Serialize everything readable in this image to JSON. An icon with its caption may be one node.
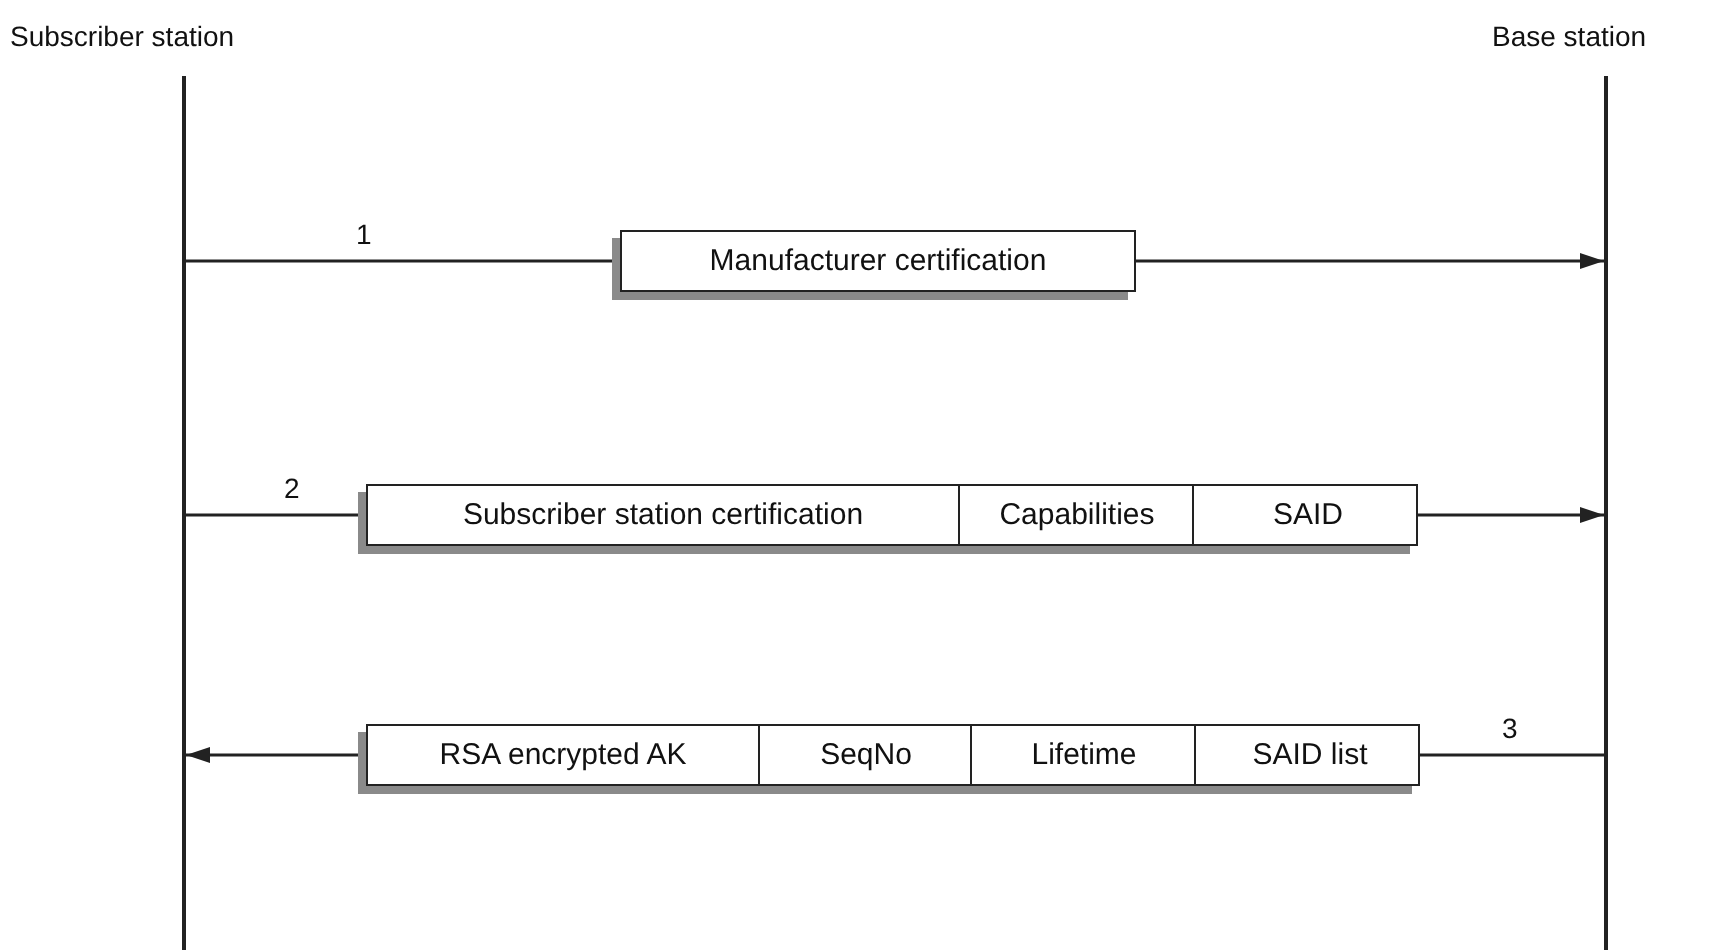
{
  "diagram": {
    "nodes": [
      {
        "text": [],
        "shape": "bar",
        "beside": [
          "Subscriber station"
        ]
      },
      {
        "text": [],
        "shape": "bar",
        "beside": [
          "Base station"
        ]
      },
      {
        "text": [
          "Manufacturer certification"
        ]
      },
      {
        "text": [],
        "shape": "box"
      },
      {
        "text": [
          "Subscriber station certification"
        ],
        "in": 3
      },
      {
        "text": [
          "Capabilities"
        ],
        "in": 3
      },
      {
        "text": [
          "SAID"
        ],
        "in": 3
      },
      {
        "text": [],
        "shape": "box"
      },
      {
        "text": [
          "RSA encrypted AK"
        ],
        "in": 7
      },
      {
        "text": [
          "SeqNo"
        ],
        "in": 7
      },
      {
        "text": [
          "Lifetime"
        ],
        "in": 7
      },
      {
        "text": [
          "SAID list"
        ],
        "in": 7
      }
    ],
    "edges": [
      {
        "from": 0,
        "to": 2,
        "arrow": "none",
        "label": "1"
      },
      {
        "from": 2,
        "to": 1,
        "arrow": "to"
      },
      {
        "from": 0,
        "to": 3,
        "arrow": "none",
        "label": "2"
      },
      {
        "from": 3,
        "to": 1,
        "arrow": "to"
      },
      {
        "from": 1,
        "to": 7,
        "arrow": "none",
        "label": "3"
      },
      {
        "from": 7,
        "to": 0,
        "arrow": "to"
      }
    ]
  }
}
